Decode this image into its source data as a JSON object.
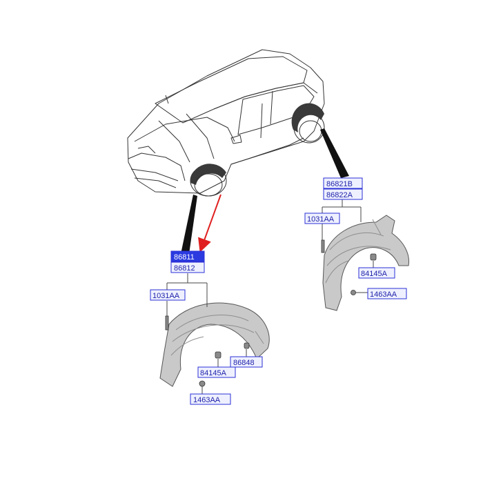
{
  "labels": {
    "front_upper": "86811",
    "front_lower": "86812",
    "front_screw": "1031AA",
    "front_nut": "84145A",
    "front_bracket": "86848",
    "front_clip": "1463AA",
    "rear_upper": "86821B",
    "rear_lower": "86822A",
    "rear_screw": "1031AA",
    "rear_nut": "84145A",
    "rear_clip": "1463AA"
  },
  "colors": {
    "label_border": "#2b2fd6",
    "label_fill": "#eef0ff",
    "label_highlight": "#2b3be0",
    "arrow": "#e02020"
  }
}
